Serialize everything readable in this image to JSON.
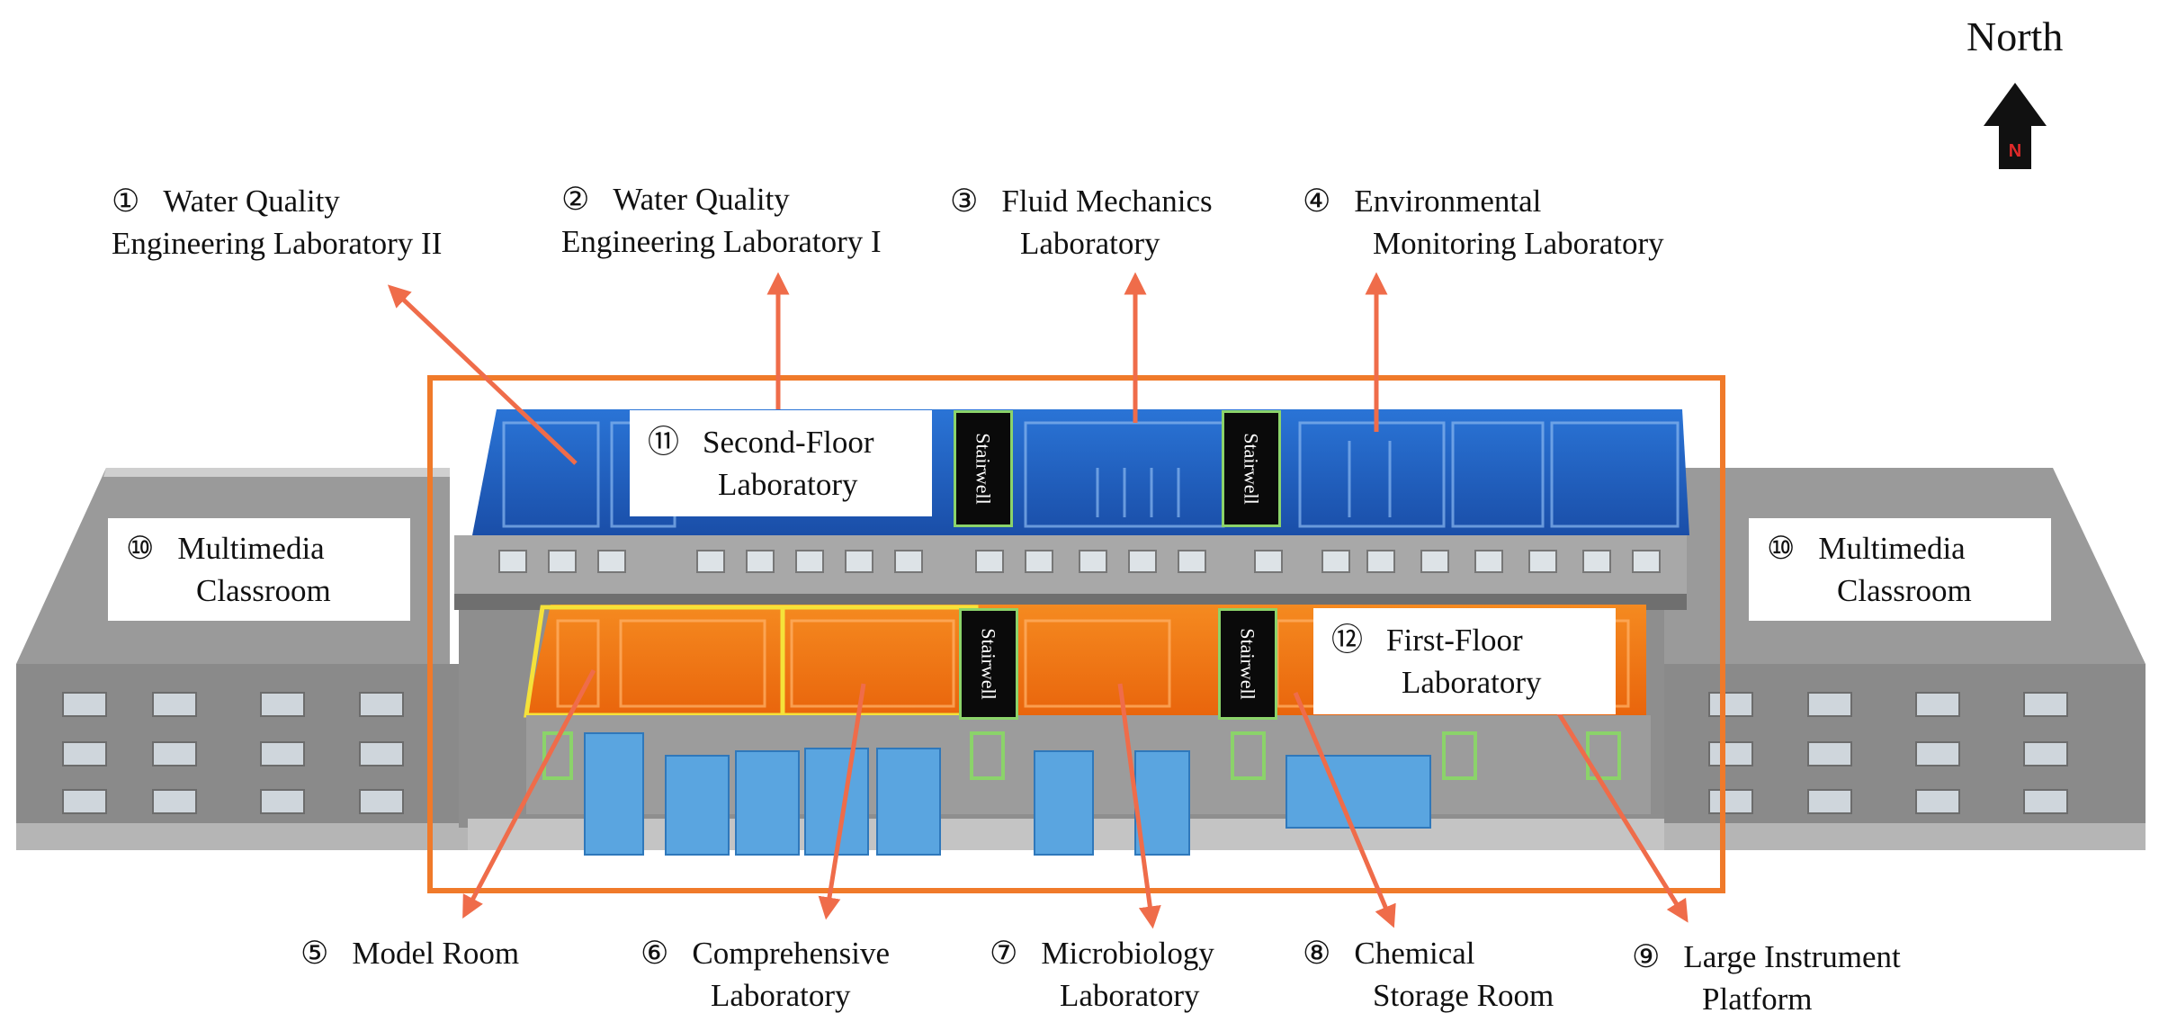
{
  "compass": {
    "label": "North",
    "badge": "N"
  },
  "labels_top": [
    {
      "num": "①",
      "line1": "Water Quality",
      "line2": "Engineering Laboratory II"
    },
    {
      "num": "②",
      "line1": "Water Quality",
      "line2": "Engineering Laboratory I"
    },
    {
      "num": "③",
      "line1": "Fluid Mechanics",
      "line2": "Laboratory"
    },
    {
      "num": "④",
      "line1": "Environmental",
      "line2": "Monitoring Laboratory"
    }
  ],
  "labels_bottom": [
    {
      "num": "⑤",
      "line1": "Model Room",
      "line2": ""
    },
    {
      "num": "⑥",
      "line1": "Comprehensive",
      "line2": "Laboratory"
    },
    {
      "num": "⑦",
      "line1": "Microbiology",
      "line2": "Laboratory"
    },
    {
      "num": "⑧",
      "line1": "Chemical",
      "line2": "Storage Room"
    },
    {
      "num": "⑨",
      "line1": "Large Instrument",
      "line2": "Platform"
    }
  ],
  "boxes": {
    "multimedia_left": {
      "num": "⑩",
      "line1": "Multimedia",
      "line2": "Classroom"
    },
    "multimedia_right": {
      "num": "⑩",
      "line1": "Multimedia",
      "line2": "Classroom"
    },
    "second_floor": {
      "num": "⑪",
      "line1": "Second-Floor",
      "line2": "Laboratory"
    },
    "first_floor": {
      "num": "⑫",
      "line1": "First-Floor",
      "line2": "Laboratory"
    }
  },
  "stairwell_label": "Stairwell",
  "colors": {
    "second_floor_blue": "#1f5fbf",
    "first_floor_orange": "#f07a14",
    "highlight_frame": "#f07a2a",
    "arrow": "#ef6c4a",
    "building_gray": "#8f8f8f"
  }
}
